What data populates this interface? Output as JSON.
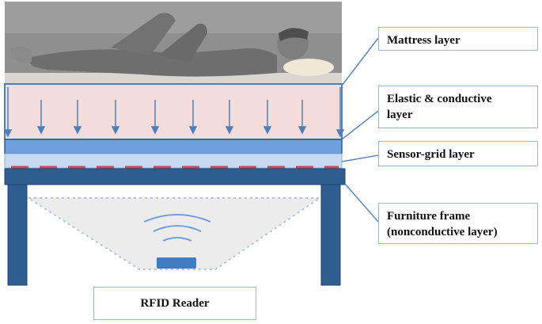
{
  "labels": {
    "mattress": "Mattress layer",
    "elastic_line1": "Elastic & conductive",
    "elastic_line2": "layer",
    "sensor": "Sensor-grid layer",
    "frame_line1": "Furniture frame",
    "frame_line2": "(nonconductive layer)",
    "rfid": "RFID Reader"
  },
  "icons": {
    "person": "reclining-person-illustration",
    "pressure": "downward-pressure-arrows",
    "signal": "rfid-signal-waves"
  },
  "colors": {
    "mattress": "#f4dcdc",
    "elastic": "#6f9fdd",
    "sensor_layer": "#c9d9ef",
    "sensor_grid": "#c74a4a",
    "frame": "#2f5d8f",
    "box_border": "#9fb6cf",
    "leader_line": "#5e88b8"
  }
}
